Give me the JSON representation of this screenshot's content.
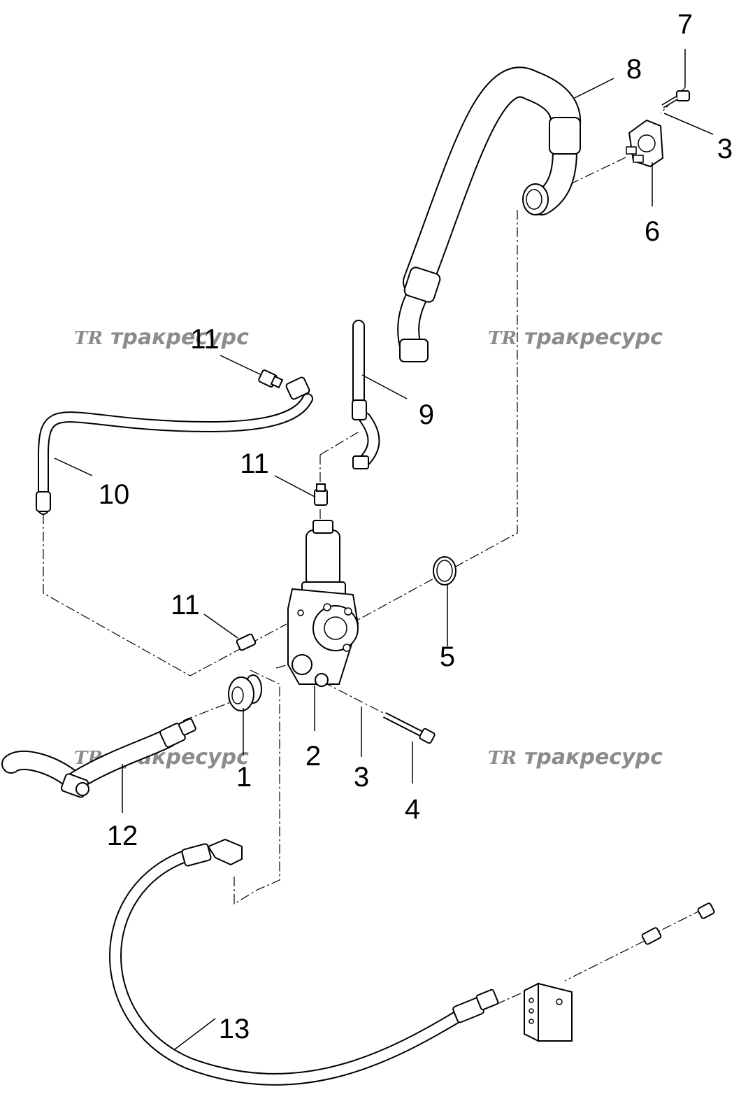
{
  "watermarks": [
    {
      "logo": "TR",
      "text": "тракресурс"
    },
    {
      "logo": "TR",
      "text": "тракресурс"
    },
    {
      "logo": "TR",
      "text": "тракресурс"
    },
    {
      "logo": "TR",
      "text": "тракресурс"
    }
  ],
  "callouts": {
    "c7": "7",
    "c8": "8",
    "c3_top": "3",
    "c6": "6",
    "c11_top": "11",
    "c9": "9",
    "c11_mid": "11",
    "c10": "10",
    "c11_low": "11",
    "c5": "5",
    "c2": "2",
    "c1": "1",
    "c3_low": "3",
    "c4": "4",
    "c12": "12",
    "c13": "13"
  }
}
